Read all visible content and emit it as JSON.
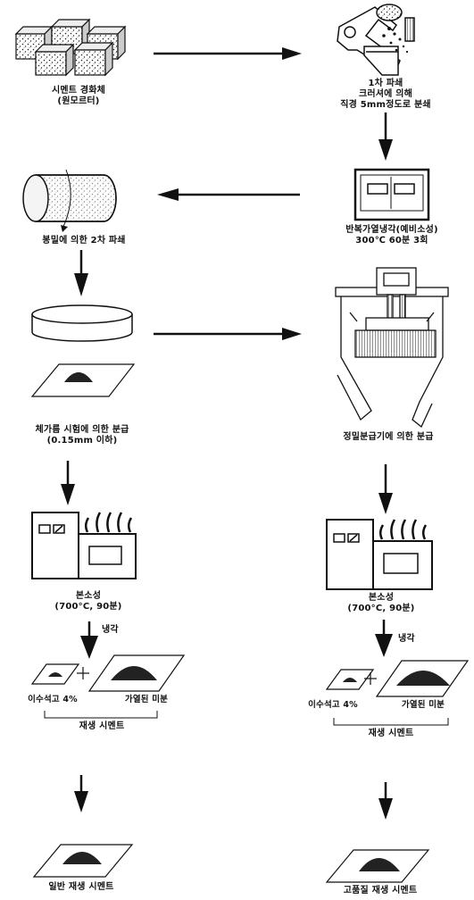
{
  "left": {
    "step1": {
      "line1": "시멘트 경화체",
      "line2": "(원모르터)"
    },
    "step2": "봉밀에 의한 2차 파쇄",
    "step3": {
      "line1": "체가름 시험에 의한 분급",
      "line2": "(0.15mm 이하)"
    },
    "step4": {
      "line1": "본소성",
      "line2": "(700°C, 90분)"
    },
    "cooling": "냉각",
    "mix": {
      "gypsum": "이수석고 4%",
      "powder": "가열된 미분",
      "result": "재생 시멘트"
    },
    "final": "일반 재생 시멘트"
  },
  "right": {
    "step1": {
      "line1": "1차 파쇄",
      "line2": "크러셔에 의해",
      "line3": "직경 5mm정도로 분쇄"
    },
    "step2": {
      "line1": "반복가열냉각(예비소성)",
      "line2": "300℃ 60분 3회"
    },
    "step3": "정밀분급기에 의한 분급",
    "step4": {
      "line1": "본소성",
      "line2": "(700°C, 90분)"
    },
    "cooling": "냉각",
    "mix": {
      "gypsum": "이수석고 4%",
      "powder": "가열된 미분",
      "result": "재생 시멘트"
    },
    "final": "고품질 재생 시멘트"
  }
}
